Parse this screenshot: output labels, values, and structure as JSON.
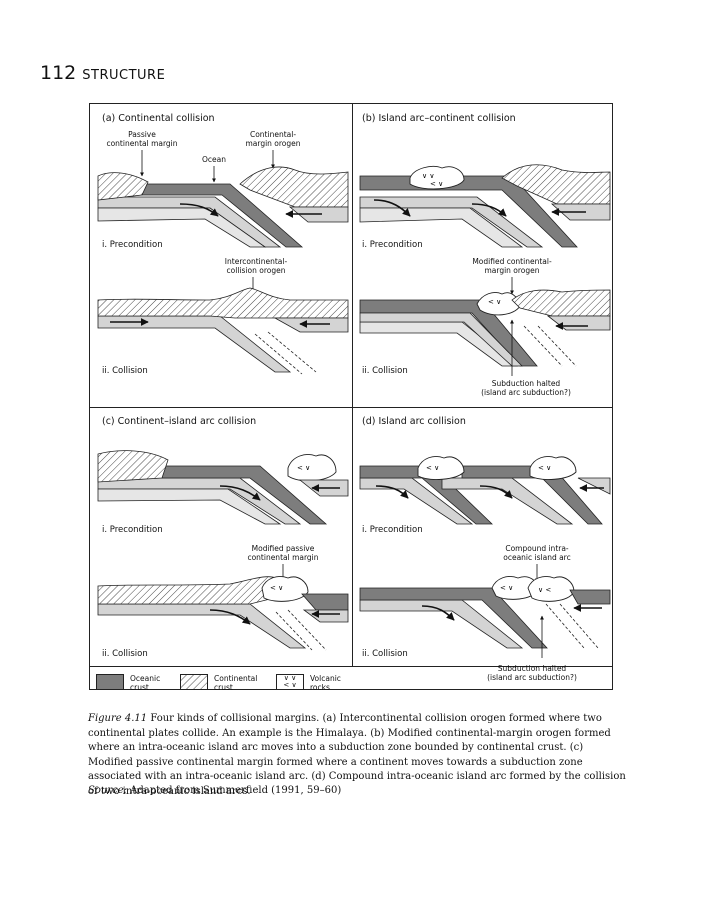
{
  "header": {
    "page_number": "112",
    "section": "STRUCTURE"
  },
  "panels": {
    "a": {
      "title": "(a) Continental collision",
      "stage1": "i. Precondition",
      "stage2": "ii. Collision",
      "labels": {
        "passive": "Passive\ncontinental margin",
        "orogen": "Continental-\nmargin orogen",
        "ocean": "Ocean",
        "intercont": "Intercontinental-\ncollision orogen"
      }
    },
    "b": {
      "title": "(b) Island arc–continent collision",
      "stage1": "i. Precondition",
      "stage2": "ii. Collision",
      "labels": {
        "modified": "Modified continental-\nmargin orogen",
        "halted": "Subduction halted\n(island arc subduction?)"
      }
    },
    "c": {
      "title": "(c) Continent–island arc collision",
      "stage1": "i. Precondition",
      "stage2": "ii. Collision",
      "labels": {
        "modified": "Modified passive\ncontinental margin"
      }
    },
    "d": {
      "title": "(d) Island arc collision",
      "stage1": "i. Precondition",
      "stage2": "ii. Collision",
      "labels": {
        "compound": "Compound intra-\noceanic island arc",
        "halted": "Subduction halted\n(island arc subduction?)"
      }
    }
  },
  "legend": {
    "oceanic": "Oceanic\ncrust",
    "continental": "Continental\ncrust",
    "volcanic": "Volcanic\nrocks"
  },
  "caption": {
    "figure": "Figure 4.11",
    "text": "Four kinds of collisional margins. (a) Intercontinental collision orogen formed where two continental plates collide. An example is the Himalaya. (b) Modified continental-margin orogen formed where an intra-oceanic island arc moves into a subduction zone bounded by continental crust. (c) Modified passive continental margin formed where a continent moves towards a subduction zone associated with an intra-oceanic island arc. (d) Compound intra-oceanic island arc formed by the collision of two intra-oceanic island arcs.",
    "source_label": "Source:",
    "source_text": "Adapted from Summerfield (1991, 59–60)"
  },
  "colors": {
    "oceanic": "#7d7d7d",
    "mantle_band": "#d4d4d4",
    "outline": "#222222"
  }
}
